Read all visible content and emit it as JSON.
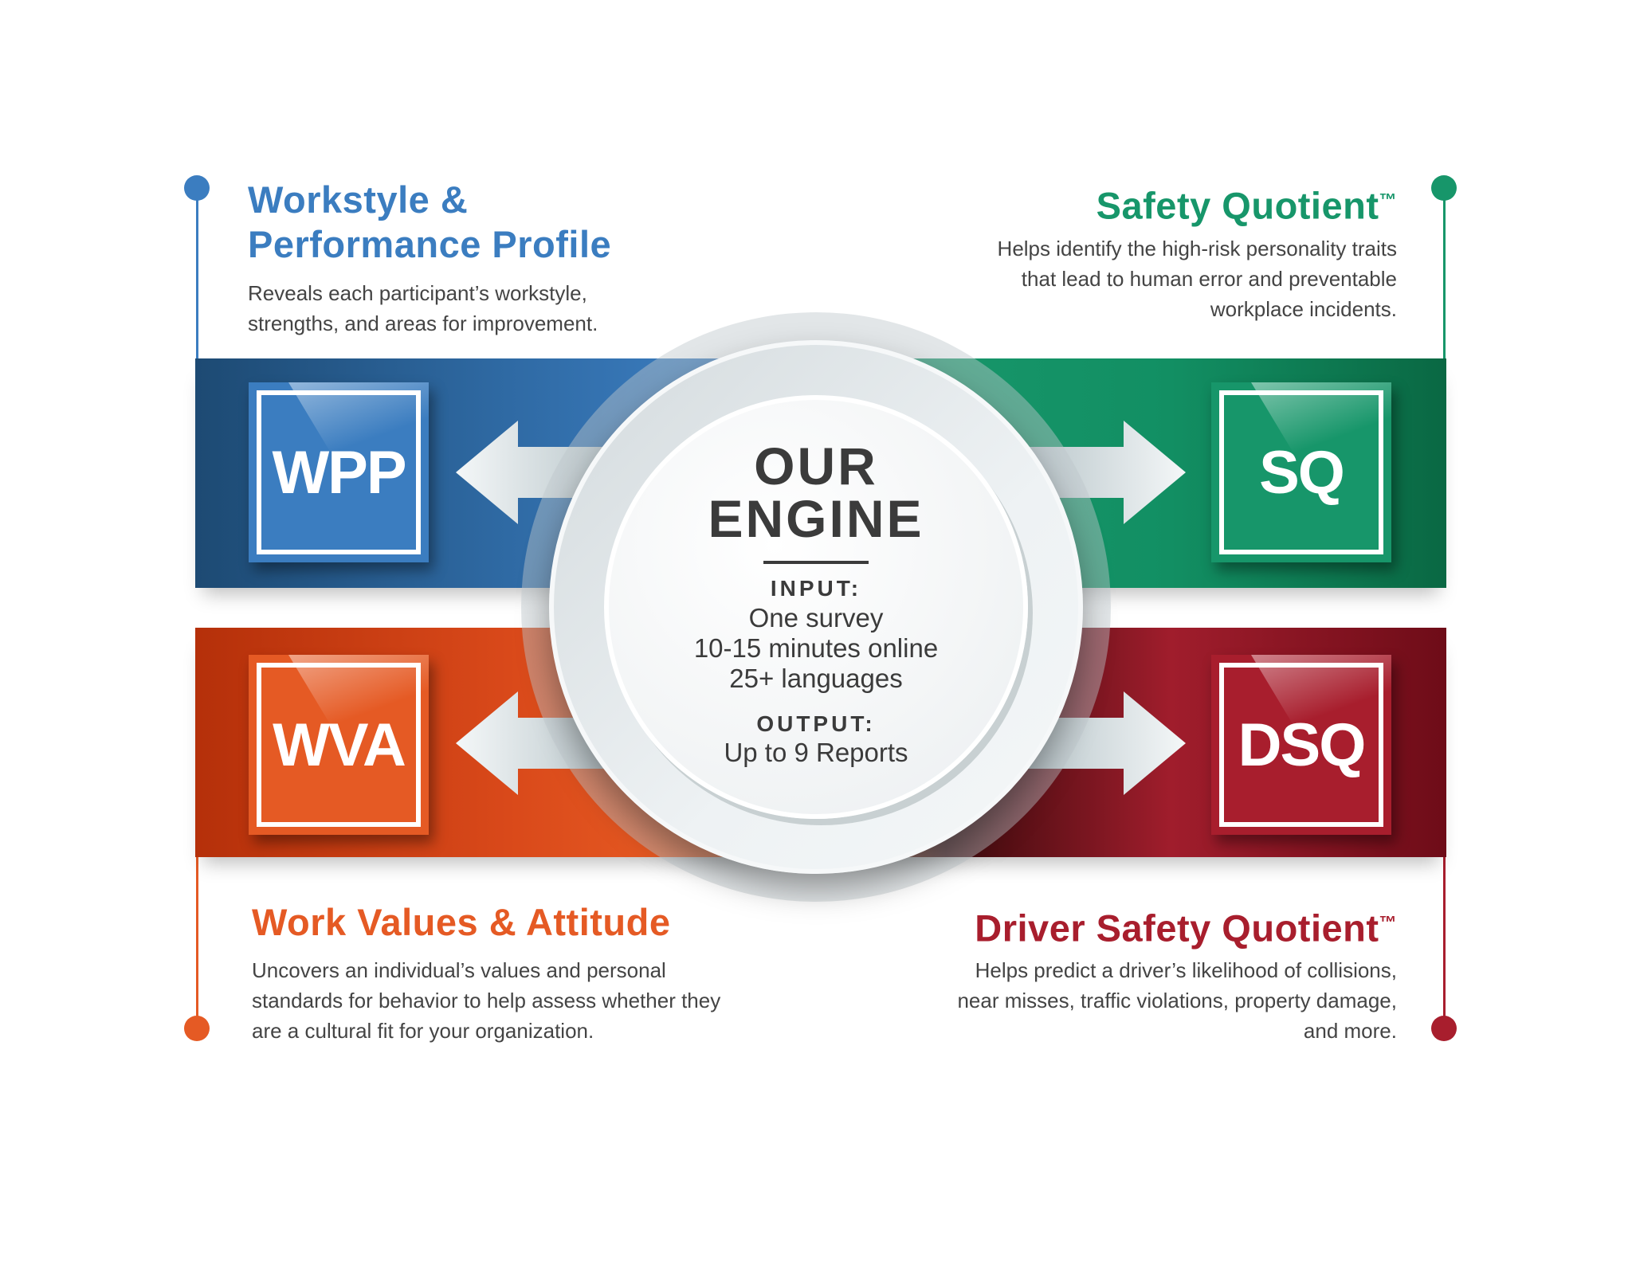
{
  "center": {
    "title_line1": "OUR",
    "title_line2": "ENGINE",
    "input_label": "INPUT:",
    "input_lines": [
      "One survey",
      "10-15 minutes online",
      "25+ languages"
    ],
    "output_label": "OUTPUT:",
    "output_line": "Up to 9 Reports"
  },
  "products": {
    "wpp": {
      "abbr": "WPP",
      "title_line1": "Workstyle &",
      "title_line2": "Performance Profile",
      "desc": [
        "Reveals each participant’s workstyle,",
        "strengths, and areas for improvement."
      ],
      "color": "#3b7dc0"
    },
    "sq": {
      "abbr": "SQ",
      "title": "Safety Quotient",
      "tm": "™",
      "desc": [
        "Helps identify the high-risk personality traits",
        "that lead to human error and preventable",
        "workplace incidents."
      ],
      "color": "#17966a"
    },
    "wva": {
      "abbr": "WVA",
      "title": "Work Values & Attitude",
      "desc": [
        "Uncovers an individual’s values and personal",
        "standards for behavior to help assess whether they",
        "are a cultural fit for your organization."
      ],
      "color": "#e55a24"
    },
    "dsq": {
      "abbr": "DSQ",
      "title": "Driver Safety Quotient",
      "tm": "™",
      "desc": [
        "Helps predict a driver’s likelihood of collisions,",
        "near misses, traffic violations, property damage,",
        "and more."
      ],
      "color": "#a81e2d"
    }
  }
}
